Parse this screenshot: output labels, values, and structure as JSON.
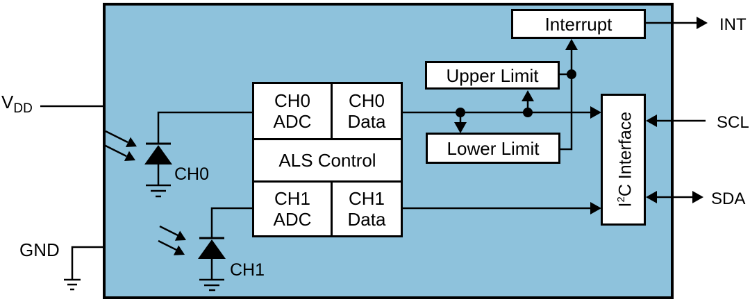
{
  "colors": {
    "canvas": "#ffffff",
    "chip-fill": "#8EC2DC",
    "box-fill": "#ffffff",
    "box-border": "#000000",
    "line": "#000000",
    "text": "#000000"
  },
  "pins": {
    "vdd": {
      "base": "V",
      "sub": "DD"
    },
    "gnd": {
      "label": "GND"
    },
    "int": {
      "label": "INT"
    },
    "scl": {
      "label": "SCL"
    },
    "sda": {
      "label": "SDA"
    }
  },
  "blocks": {
    "ch0_adc": {
      "line1": "CH0",
      "line2": "ADC"
    },
    "ch0_data": {
      "line1": "CH0",
      "line2": "Data"
    },
    "als_control": {
      "label": "ALS Control"
    },
    "ch1_adc": {
      "line1": "CH1",
      "line2": "ADC"
    },
    "ch1_data": {
      "line1": "CH1",
      "line2": "Data"
    },
    "upper_limit": {
      "label": "Upper Limit"
    },
    "lower_limit": {
      "label": "Lower Limit"
    },
    "interrupt": {
      "label": "Interrupt"
    },
    "i2c_interface": {
      "base": "I",
      "sup": "2",
      "rest": "C Interface"
    }
  },
  "photodiodes": {
    "ch0": {
      "label": "CH0"
    },
    "ch1": {
      "label": "CH1"
    }
  },
  "connections": [
    "VDD pin to chip boundary",
    "GND pin to chip boundary with ground symbol",
    "photodiode CH0 to CH0 ADC",
    "photodiode CH1 to CH1 ADC",
    "CH0 Data to I2C Interface with branches down to Lower Limit and up to Upper Limit",
    "CH1 Data to I2C Interface",
    "Upper Limit and Lower Limit join vertical line up to Interrupt",
    "Interrupt to INT output",
    "SCL input into I2C Interface",
    "SDA bidirectional with I2C Interface"
  ]
}
